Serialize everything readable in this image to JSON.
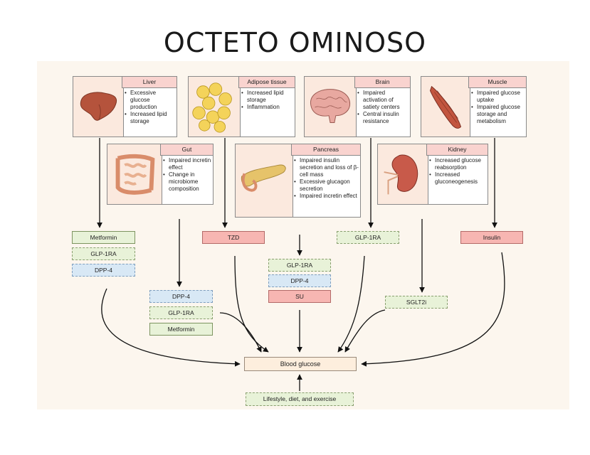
{
  "title": "OCTETO OMINOSO",
  "organs": {
    "liver": {
      "name": "Liver",
      "bullets": [
        "Excessive glucose production",
        "Increased lipid storage"
      ]
    },
    "adipose": {
      "name": "Adipose tissue",
      "bullets": [
        "Increased lipid storage",
        "Inflammation"
      ]
    },
    "brain": {
      "name": "Brain",
      "bullets": [
        "Impaired activation of satiety centers",
        "Central insulin resistance"
      ]
    },
    "muscle": {
      "name": "Muscle",
      "bullets": [
        "Impaired glucose uptake",
        "Impaired glucose storage and metabolism"
      ]
    },
    "gut": {
      "name": "Gut",
      "bullets": [
        "Impaired incretin effect",
        "Change in microbiome composition"
      ]
    },
    "pancreas": {
      "name": "Pancreas",
      "bullets": [
        "Impaired insulin secretion and loss of β-cell mass",
        "Excessive glucagon secretion",
        "Impaired incretin effect"
      ]
    },
    "kidney": {
      "name": "Kidney",
      "bullets": [
        "Increased glucose reabsorption",
        "Increased gluconeogenesis"
      ]
    }
  },
  "drugs": {
    "liver_metformin": "Metformin",
    "liver_glp1": "GLP-1RA",
    "liver_dpp4": "DPP-4",
    "gut_dpp4": "DPP-4",
    "gut_glp1": "GLP-1RA",
    "gut_metformin": "Metformin",
    "adipose_tzd": "TZD",
    "pancreas_glp1": "GLP-1RA",
    "pancreas_dpp4": "DPP-4",
    "pancreas_su": "SU",
    "brain_glp1": "GLP-1RA",
    "kidney_sglt2": "SGLT2i",
    "muscle_insulin": "Insulin"
  },
  "center": {
    "blood_glucose": "Blood glucose",
    "lifestyle": "Lifestyle, diet, and exercise"
  },
  "colors": {
    "header": "#f9d3cf",
    "image_bg": "#fbe9de",
    "panel": "#fcf6ee",
    "glp1_fill": "#e8f2d8",
    "dpp4_fill": "#d8e8f5",
    "red_fill": "#f7b6b2"
  }
}
